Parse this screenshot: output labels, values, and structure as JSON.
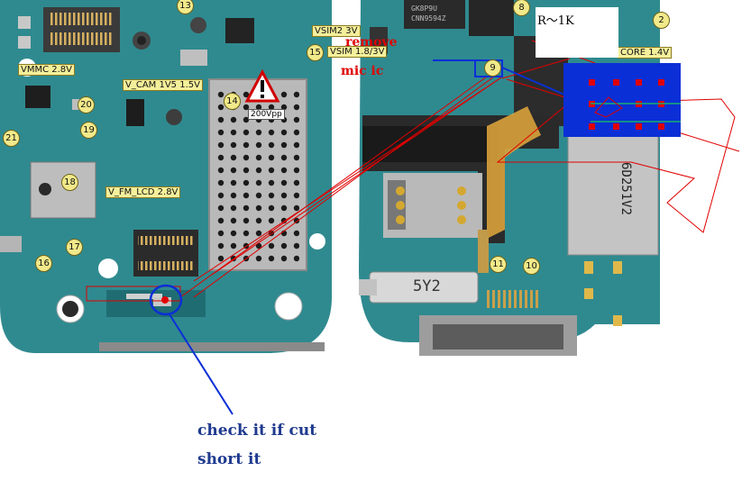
{
  "voltage_labels": {
    "vmmc": "VMMC 2.8V",
    "vcam": "V_CAM 1V5 1.5V",
    "vfm_lcd": "V_FM_LCD 2.8V",
    "vsim2": "VSIM2 3V",
    "vsim18": "VSIM 1.8/3V",
    "vcore": "CORE 1.4V"
  },
  "test_points": [
    "13",
    "14",
    "15",
    "16",
    "17",
    "18",
    "19",
    "20",
    "21",
    "8",
    "9",
    "10",
    "11",
    "2"
  ],
  "warning": "200Vpp",
  "annotations": {
    "remove_top": "remove",
    "remove_bottom": "mic ic",
    "resistor": "R～1K",
    "check_line1": "check it if cut",
    "check_line2": "short it"
  },
  "board_codes": {
    "module": "5Y2",
    "card_slot": "6D251V2",
    "chip_text": "GK8P9U\nCNN9594Z"
  },
  "colors": {
    "pcb": "#2f8a8f",
    "pcb_dark": "#1f6d72",
    "annotation_red": "#e00000",
    "annotation_blue": "#1f3a8f",
    "callout_blue": "#0b2fd6"
  }
}
